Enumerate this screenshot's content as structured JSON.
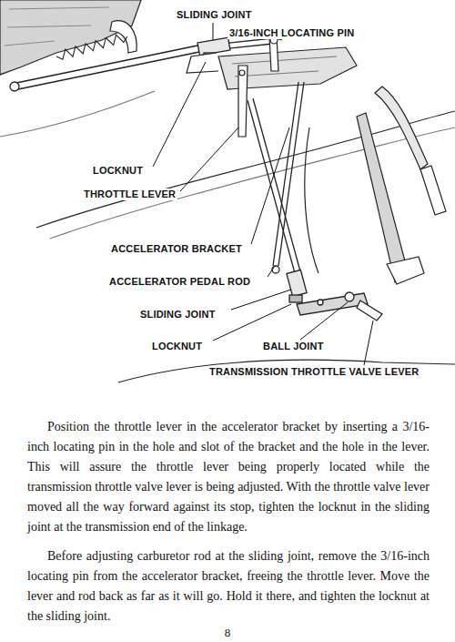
{
  "diagram": {
    "labels": [
      "SLIDING JOINT",
      "3/16-INCH LOCATING PIN",
      "LOCKNUT",
      "THROTTLE LEVER",
      "ACCELERATOR BRACKET",
      "ACCELERATOR PEDAL ROD",
      "SLIDING JOINT",
      "LOCKNUT",
      "BALL JOINT",
      "TRANSMISSION THROTTLE VALVE LEVER",
      "Position the throttle lever in the accelerator bracket by inserting a 3/16-inch locating pin in the hole and slot of the bracket and the hole in the lever. This will assure the throttle lever being properly located while the transmission throttle valve lever is being adjusted. With the throttle valve lever moved all the way forward against its stop, tighten the locknut in the sliding joint at the transmission end of the linkage.",
      "Before adjusting carburetor rod at the sliding joint, remove the 3/16-inch locating pin from the accelerator bracket, freeing the throttle lever. Move the lever and rod back as far as it will go. Hold it there, and tighten the locknut at the sliding joint.",
      "8"
    ]
  }
}
